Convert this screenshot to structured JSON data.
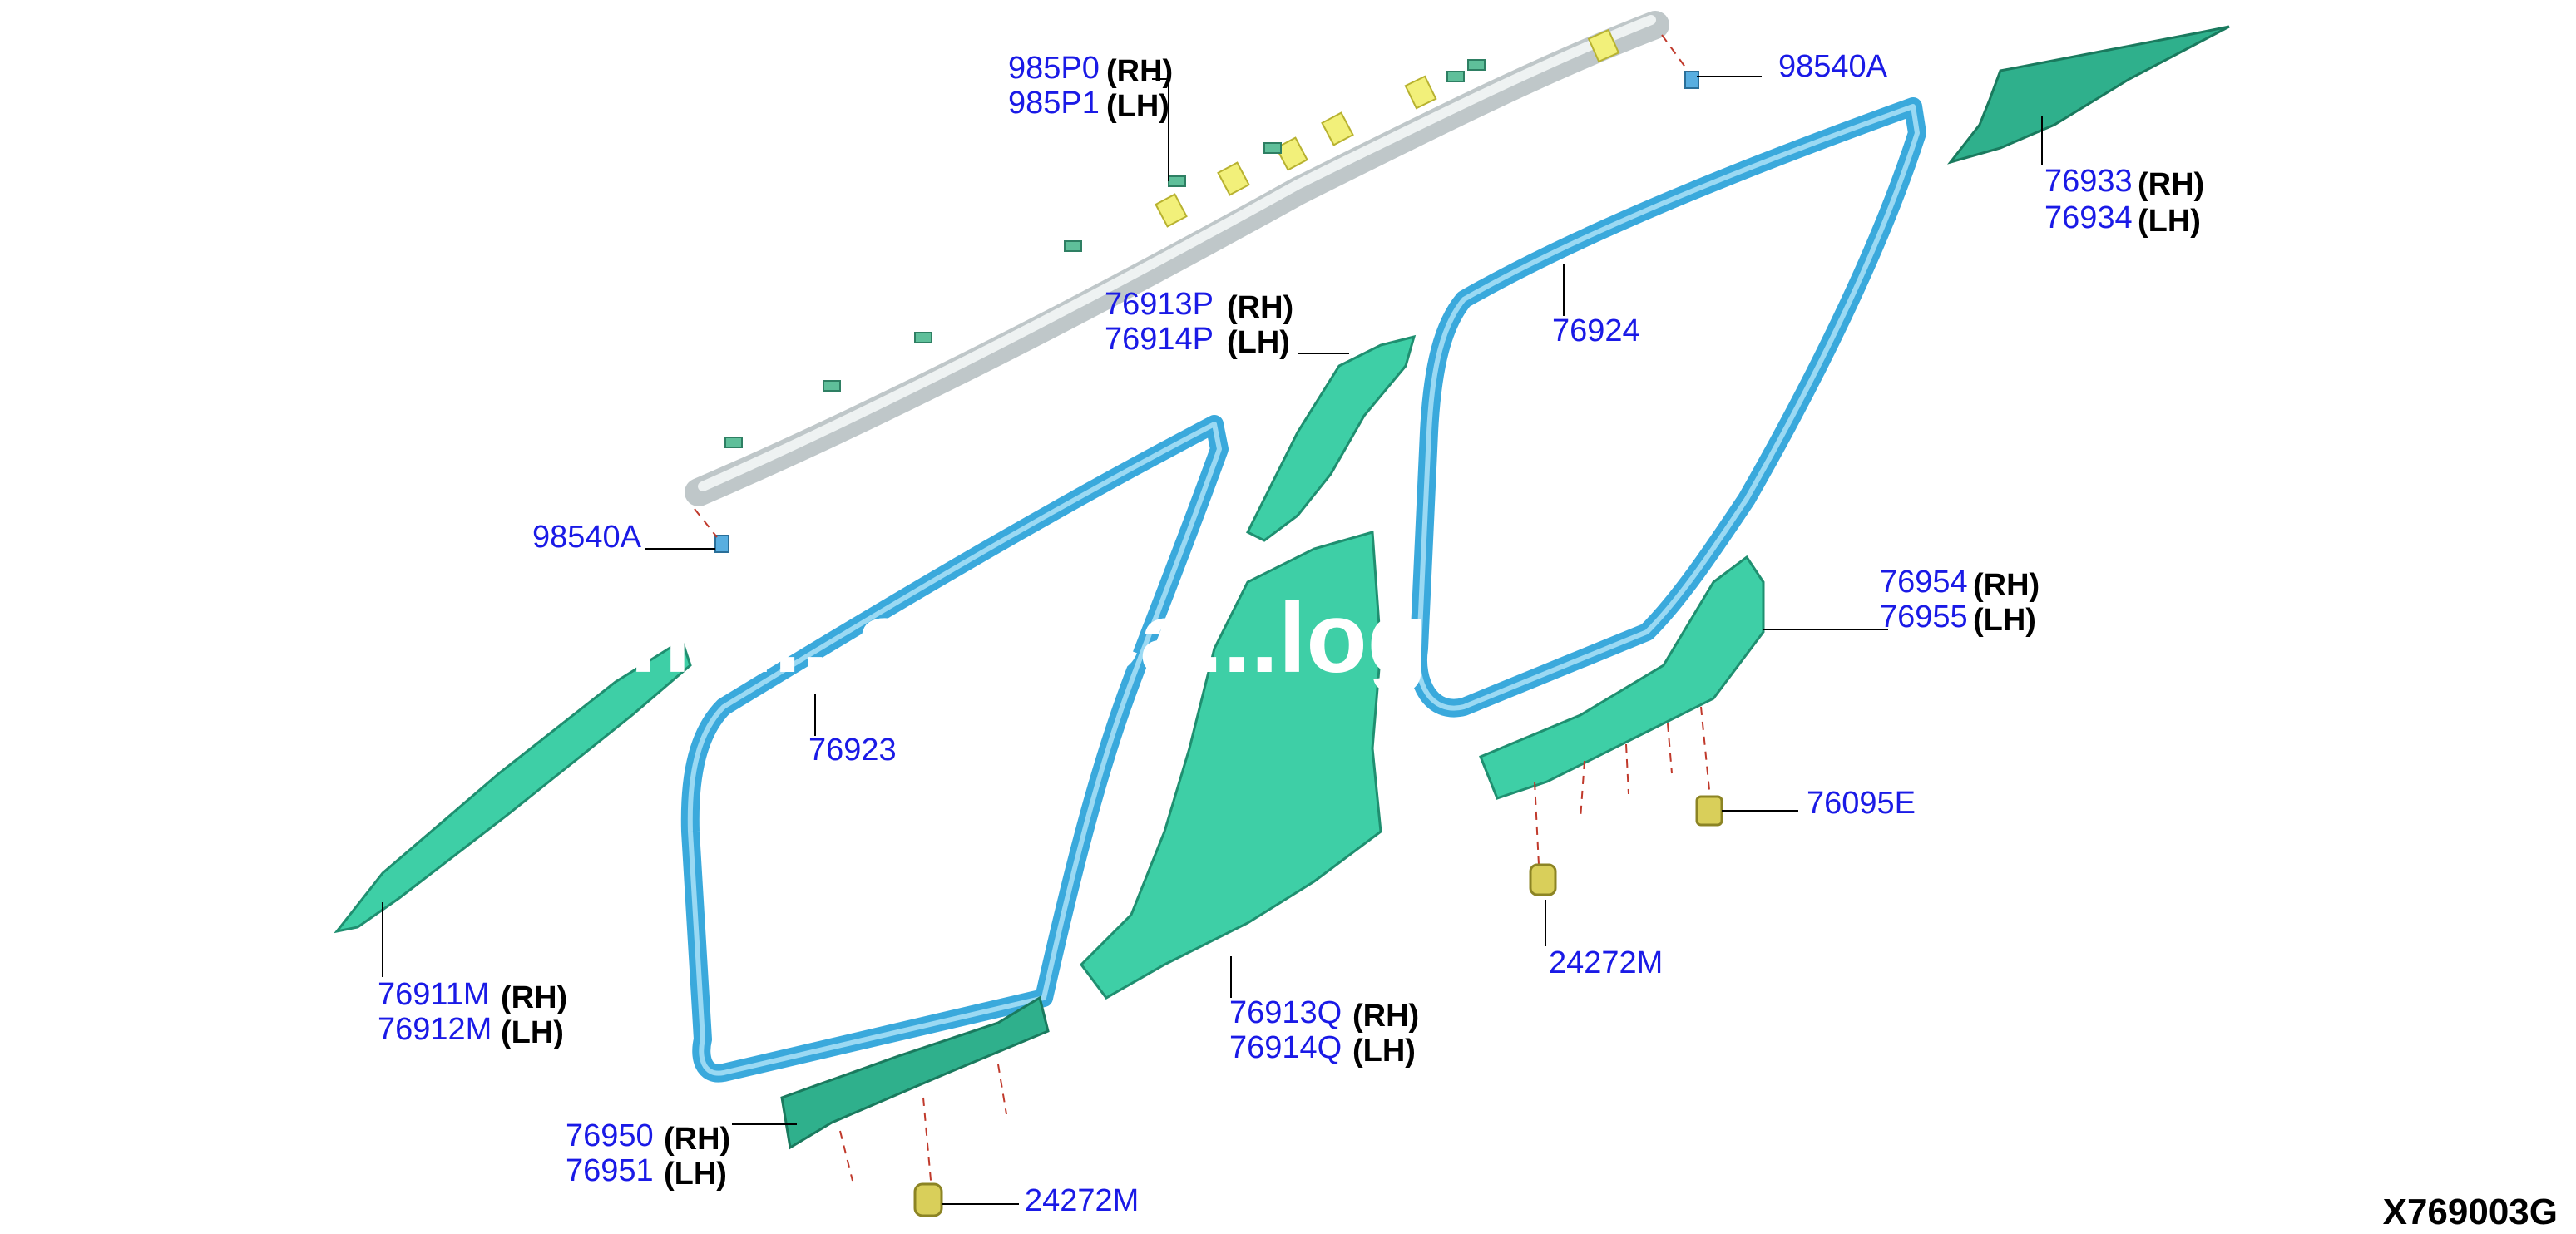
{
  "drawing_id": "X769003G",
  "watermark": "chi ... arts Ca...log P",
  "callouts": {
    "airbag": {
      "rh": "985P0",
      "lh": "985P1",
      "rh_side": "(RH)",
      "lh_side": "(LH)"
    },
    "bolt_top": {
      "pn": "98540A"
    },
    "bolt_left": {
      "pn": "98540A"
    },
    "c_pillar_upper": {
      "rh": "76933",
      "lh": "76934",
      "rh_side": "(RH)",
      "lh_side": "(LH)"
    },
    "b_pillar_upper": {
      "rh": "76913P",
      "lh": "76914P",
      "rh_side": "(RH)",
      "lh_side": "(LH)"
    },
    "rear_door_seal": {
      "pn": "76924"
    },
    "front_door_seal": {
      "pn": "76923"
    },
    "rear_kicking_plate": {
      "rh": "76954",
      "lh": "76955",
      "rh_side": "(RH)",
      "lh_side": "(LH)"
    },
    "clip_rear": {
      "pn": "76095E"
    },
    "clip_mid": {
      "pn": "24272M"
    },
    "a_pillar": {
      "rh": "76911M",
      "lh": "76912M",
      "rh_side": "(RH)",
      "lh_side": "(LH)"
    },
    "b_pillar_lower": {
      "rh": "76913Q",
      "lh": "76914Q",
      "rh_side": "(RH)",
      "lh_side": "(LH)"
    },
    "front_kicking_plate": {
      "rh": "76950",
      "lh": "76951",
      "rh_side": "(RH)",
      "lh_side": "(LH)"
    },
    "clip_front": {
      "pn": "24272M"
    }
  },
  "colors": {
    "trim_green": "#3ecfa6",
    "seal_blue": "#3aa9dc",
    "airbag_grey": "#bfc7c9",
    "clip_yellow": "#d9cf5a",
    "part_number_blue": "#1a1ae6"
  }
}
